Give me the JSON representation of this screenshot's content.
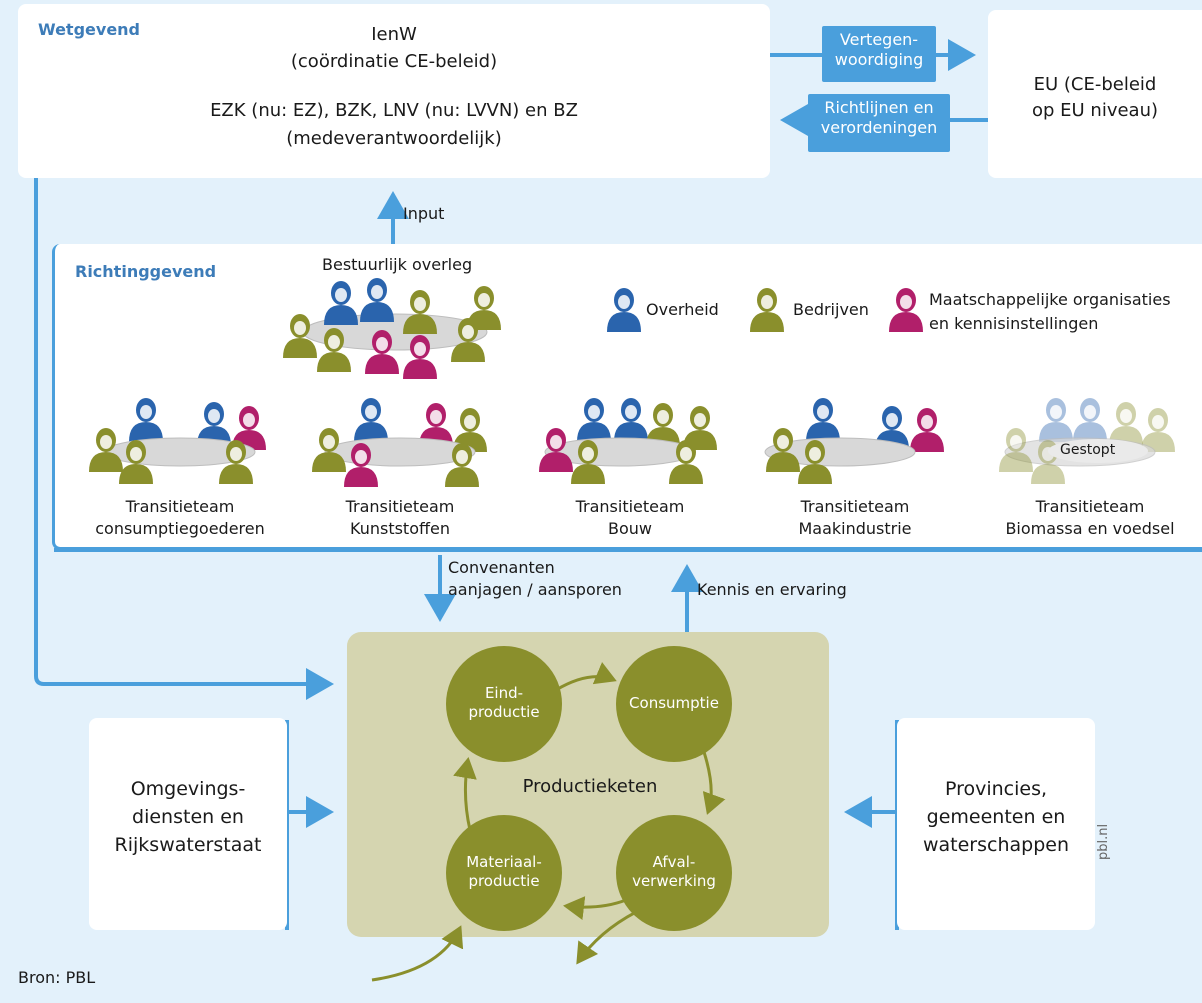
{
  "wetgevend": {
    "title": "Wetgevend",
    "ienw": "IenW",
    "ienw_sub": "(coördinatie CE-beleid)",
    "ministries": "EZK (nu: EZ), BZK, LNV (nu: LVVN) en BZ",
    "ministries_sub": "(medeverantwoordelijk)"
  },
  "eu": {
    "line1": "EU (CE-beleid",
    "line2": "op EU niveau)"
  },
  "arrows": {
    "vertegen1": "Vertegen-",
    "vertegen2": "woordiging",
    "richtlijnen1": "Richtlijnen en",
    "richtlijnen2": "verordeningen",
    "input": "Input",
    "convenanten1": "Convenanten",
    "convenanten2": "aanjagen / aansporen",
    "kennis": "Kennis en ervaring"
  },
  "richtinggevend": {
    "title": "Richtinggevend",
    "overleg": "Bestuurlijk overleg",
    "legend": {
      "overheid": "Overheid",
      "bedrijven": "Bedrijven",
      "maatschappelijk1": "Maatschappelijke organisaties",
      "maatschappelijk2": "en kennisinstellingen"
    },
    "teams": [
      {
        "line1": "Transitieteam",
        "line2": "consumptiegoederen"
      },
      {
        "line1": "Transitieteam",
        "line2": "Kunststoffen"
      },
      {
        "line1": "Transitieteam",
        "line2": "Bouw"
      },
      {
        "line1": "Transitieteam",
        "line2": "Maakindustrie"
      },
      {
        "line1": "Transitieteam",
        "line2": "Biomassa en voedsel"
      }
    ],
    "gestopt": "Gestopt"
  },
  "keten": {
    "center": "Productieketen",
    "eind1": "Eind-",
    "eind2": "productie",
    "consumptie": "Consumptie",
    "afval1": "Afval-",
    "afval2": "verwerking",
    "materiaal1": "Materiaal-",
    "materiaal2": "productie"
  },
  "omgeving": {
    "l1": "Omgevings-",
    "l2": "diensten en",
    "l3": "Rijkswaterstaat"
  },
  "provincies": {
    "l1": "Provincies,",
    "l2": "gemeenten en",
    "l3": "waterschappen"
  },
  "watermark": "pbl.nl",
  "source": "Bron: PBL",
  "colors": {
    "overheid": "#2a64ad",
    "bedrijven": "#8a8f2c",
    "maatschappelijk": "#b11f6a",
    "arrow": "#4a9fdc",
    "keten_bg": "#d5d5b0",
    "node": "#8a8f2c"
  }
}
